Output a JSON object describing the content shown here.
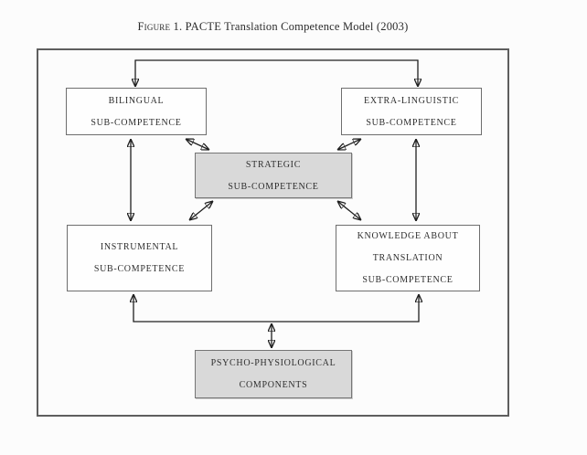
{
  "figure": {
    "caption_label": "Figure 1.",
    "caption_text": "PACTE Translation Competence Model (2003)"
  },
  "boxes": {
    "bilingual": {
      "lines": [
        "BILINGUAL",
        "SUB-COMPETENCE"
      ],
      "shaded": false
    },
    "extra_linguistic": {
      "lines": [
        "EXTRA-LINGUISTIC",
        "SUB-COMPETENCE"
      ],
      "shaded": false
    },
    "strategic": {
      "lines": [
        "STRATEGIC",
        "SUB-COMPETENCE"
      ],
      "shaded": true
    },
    "instrumental": {
      "lines": [
        "INSTRUMENTAL",
        "SUB-COMPETENCE"
      ],
      "shaded": false
    },
    "knowledge_about_translation": {
      "lines": [
        "KNOWLEDGE ABOUT",
        "TRANSLATION",
        "SUB-COMPETENCE"
      ],
      "shaded": false
    },
    "psycho_physiological": {
      "lines": [
        "PSYCHO-PHYSIOLOGICAL",
        "COMPONENTS"
      ],
      "shaded": true
    }
  },
  "connections": [
    {
      "type": "bracket-arrows-down",
      "targets": [
        "bilingual",
        "extra_linguistic"
      ]
    },
    {
      "type": "double-arrow",
      "between": [
        "bilingual",
        "instrumental"
      ]
    },
    {
      "type": "double-arrow",
      "between": [
        "extra_linguistic",
        "knowledge_about_translation"
      ]
    },
    {
      "type": "double-arrow-diagonal",
      "between": [
        "bilingual",
        "strategic"
      ]
    },
    {
      "type": "double-arrow-diagonal",
      "between": [
        "strategic",
        "instrumental"
      ]
    },
    {
      "type": "double-arrow-diagonal",
      "between": [
        "extra_linguistic",
        "strategic"
      ]
    },
    {
      "type": "double-arrow-diagonal",
      "between": [
        "strategic",
        "knowledge_about_translation"
      ]
    },
    {
      "type": "bracket-double-arrow",
      "between": [
        "instrumental",
        "knowledge_about_translation",
        "psycho_physiological"
      ]
    }
  ],
  "colors": {
    "background": "#fcfcfc",
    "outer_border": "#5e5e5e",
    "box_border": "#6e6e6e",
    "plain_box_fill": "#fefefe",
    "shaded_box_fill": "#d9d9d9",
    "arrow": "#1f1f1f",
    "text": "#2e2e2e"
  }
}
